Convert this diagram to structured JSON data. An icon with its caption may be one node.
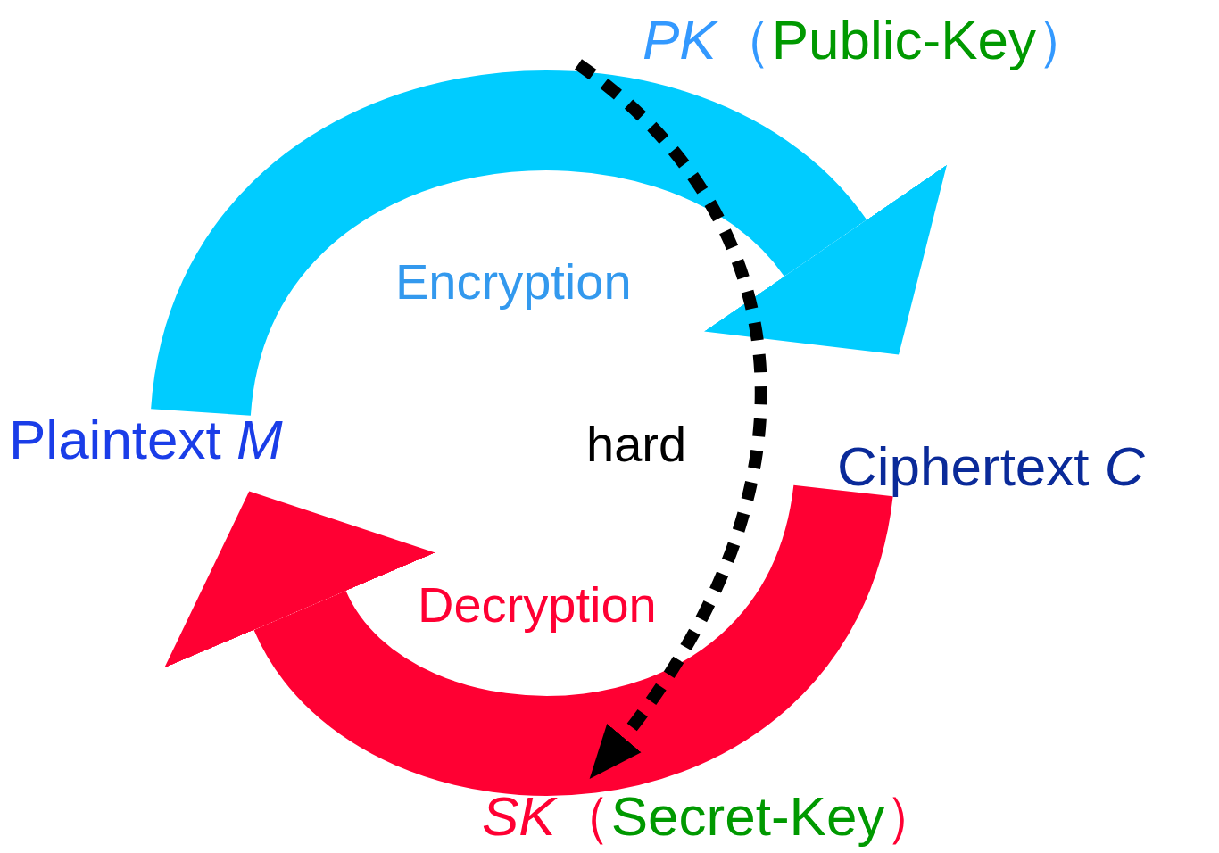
{
  "diagram": {
    "nodes": [
      {
        "text": [
          "Plaintext *M*"
        ]
      },
      {
        "text": [
          "Ciphertext *C*"
        ]
      },
      {
        "text": [
          "PK",
          "（Public-Key）"
        ]
      },
      {
        "text": [
          "SK",
          "（Secret-Key）"
        ]
      }
    ],
    "edges": [
      {
        "from": 0,
        "to": 1,
        "arrow": "to",
        "label": "Encryption",
        "color": "#00ccff"
      },
      {
        "from": 1,
        "to": 0,
        "arrow": "to",
        "label": "Decryption",
        "color": "#ff0033"
      },
      {
        "from": 2,
        "to": 3,
        "arrow": "to",
        "label": "hard",
        "style": "dashed",
        "color": "#000000"
      }
    ]
  }
}
